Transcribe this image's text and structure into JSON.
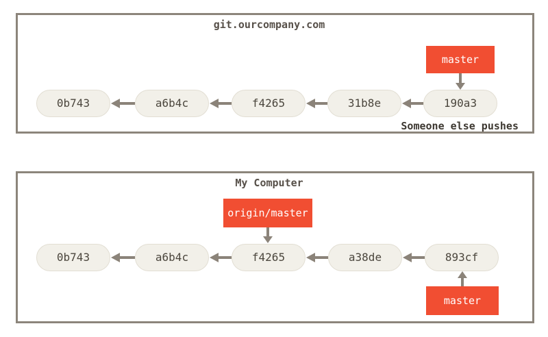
{
  "colors": {
    "page_bg": "#ffffff",
    "box_border": "#8c857b",
    "node_fill": "#f2f0e9",
    "node_border": "#e2ded3",
    "node_text": "#4b463d",
    "branch_bg": "#f14e32",
    "branch_text": "#ffffff",
    "arrow": "#8b8379",
    "title_text": "#575049",
    "caption_text": "#3d3831"
  },
  "remote_repo": {
    "title": "git.ourcompany.com",
    "commits": [
      "0b743",
      "a6b4c",
      "f4265",
      "31b8e",
      "190a3"
    ],
    "branch_label": "master",
    "caption": "Someone else pushes"
  },
  "local_repo": {
    "title": "My Computer",
    "commits": [
      "0b743",
      "a6b4c",
      "f4265",
      "a38de",
      "893cf"
    ],
    "remote_branch_label": "origin/master",
    "branch_label": "master"
  }
}
